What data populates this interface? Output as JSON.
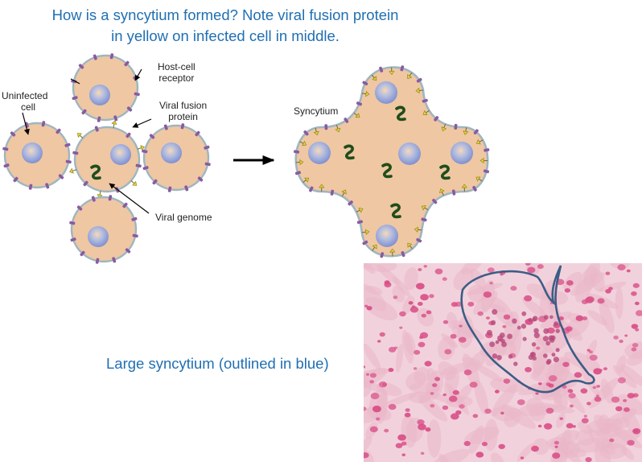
{
  "title": {
    "line1": "How is a syncytium formed?  Note viral fusion protein",
    "line2": "in yellow on infected cell in middle."
  },
  "labels": {
    "host_cell_receptor": [
      "Host-cell",
      "receptor"
    ],
    "uninfected_cell": [
      "Uninfected",
      "cell"
    ],
    "viral_fusion_protein": [
      "Viral fusion",
      "protein"
    ],
    "viral_genome": "Viral genome",
    "syncytium": "Syncytium"
  },
  "micrograph_caption": "Large syncytium (outlined in blue)",
  "colors": {
    "title_text": "#1f6fb2",
    "cell_fill": "#efc7a3",
    "membrane": "#9fb6bf",
    "nucleus": "#8e9fd6",
    "receptor": "#8a5a9e",
    "fusion_protein": "#e1d23a",
    "viral_genome": "#1f4d1a",
    "outline": "#3c5d86",
    "stain": "#d94f87"
  }
}
